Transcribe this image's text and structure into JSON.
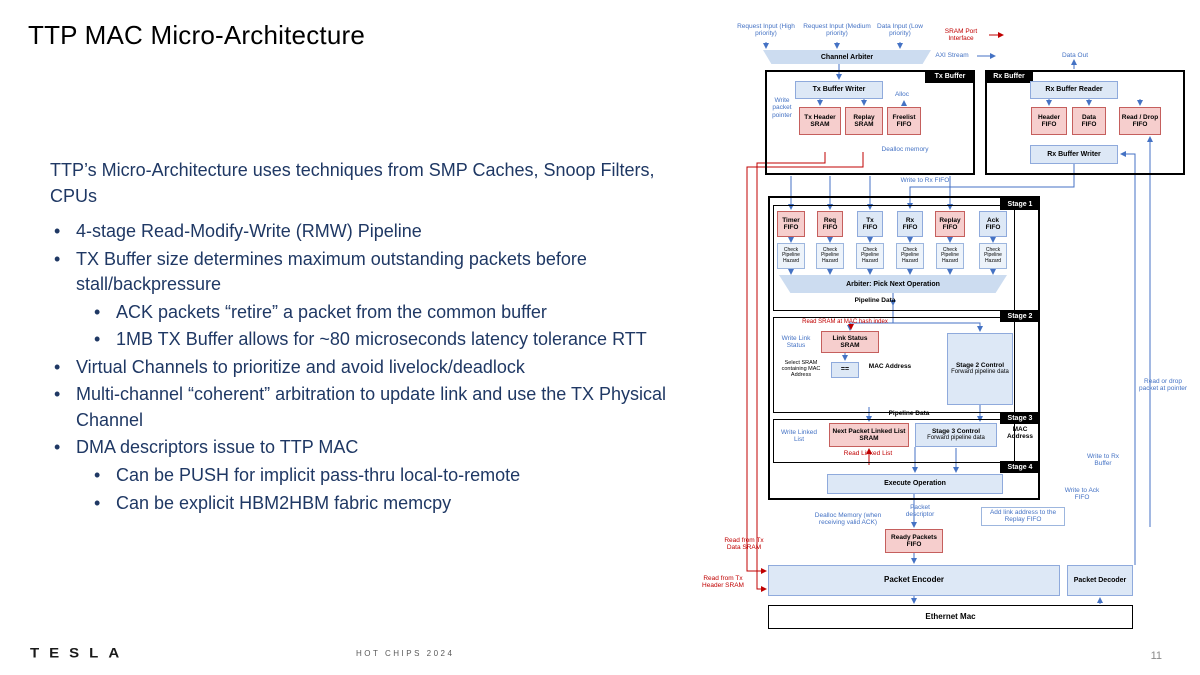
{
  "slide": {
    "title": "TTP MAC Micro-Architecture",
    "intro": "TTP’s Micro-Architecture uses techniques from SMP Caches, Snoop Filters, CPUs",
    "bullet_char": "•",
    "bullets": [
      {
        "level": 1,
        "text": "4-stage Read-Modify-Write (RMW) Pipeline"
      },
      {
        "level": 1,
        "text": "TX Buffer size determines maximum outstanding packets before stall/backpressure"
      },
      {
        "level": 2,
        "text": "ACK packets “retire” a packet from the common buffer"
      },
      {
        "level": 2,
        "text": "1MB TX Buffer allows for ~80 microseconds latency tolerance RTT"
      },
      {
        "level": 1,
        "text": "Virtual Channels to prioritize and avoid livelock/deadlock"
      },
      {
        "level": 1,
        "text": "Multi-channel “coherent” arbitration to update link and use the TX Physical Channel"
      },
      {
        "level": 1,
        "text": "DMA descriptors issue to TTP MAC"
      },
      {
        "level": 2,
        "text": "Can be PUSH for implicit pass-thru local-to-remote"
      },
      {
        "level": 2,
        "text": "Can be explicit HBM2HBM fabric memcpy"
      }
    ]
  },
  "footer": {
    "brand": "TESLA",
    "event": "HOT CHIPS 2024",
    "page": "11"
  },
  "colors": {
    "accent_blue": "#4472C4",
    "accent_red": "#C00000",
    "box_blue": "#DDE8F6",
    "box_pink": "#F6CECD",
    "navy": "#1F3864"
  },
  "diagram": {
    "inputs": {
      "high": "Request Input (High priority)",
      "medium": "Request Input (Medium priority)",
      "low": "Data Input (Low priority)"
    },
    "legend": {
      "sram_port": "SRAM Port Interface",
      "axi": "AXI Stream"
    },
    "data_out": "Data Out",
    "channel_arbiter": "Channel Arbiter",
    "tx_buffer": {
      "tag": "Tx Buffer",
      "writer": "Tx Buffer Writer",
      "alloc": "Alloc",
      "header_sram": "Tx Header SRAM",
      "replay_sram": "Replay SRAM",
      "freelist_fifo": "Freelist FIFO",
      "write_packet_pointer": "Write packet pointer",
      "dealloc_memory": "Dealloc memory"
    },
    "rx_buffer": {
      "tag": "Rx Buffer",
      "reader": "Rx Buffer Reader",
      "header_fifo": "Header FIFO",
      "data_fifo": "Data FIFO",
      "read_drop_fifo": "Read / Drop FIFO",
      "writer": "Rx Buffer Writer"
    },
    "write_to_rx_fifo": "Write to Rx FIFO",
    "stages": {
      "s1": "Stage 1",
      "s2": "Stage 2",
      "s3": "Stage 3",
      "s4": "Stage 4"
    },
    "fifos": {
      "timer": "Timer FIFO",
      "req": "Req FIFO",
      "tx": "Tx FIFO",
      "rx": "Rx FIFO",
      "replay": "Replay FIFO",
      "ack": "Ack FIFO"
    },
    "check_hazard": "Check Pipeline Hazard",
    "arbiter": "Arbiter: Pick Next Operation",
    "pipeline_data": "Pipeline Data",
    "mac_address": "MAC Address",
    "stage2": {
      "read_sram": "Read SRAM at MAC hash index",
      "link_status_sram": "Link Status SRAM",
      "write_link_status": "Write Link Status",
      "select_sram": "Select SRAM containing MAC Address",
      "comparator": "==",
      "control_title": "Stage 2 Control",
      "control_sub": "Forward pipeline data"
    },
    "stage3": {
      "next_packet_sram": "Next Packet Linked List SRAM",
      "write_linked_list": "Write Linked List",
      "read_linked_list": "Read Linked List",
      "control_title": "Stage 3 Control",
      "control_sub": "Forward pipeline data"
    },
    "stage4": {
      "execute": "Execute Operation"
    },
    "bottom": {
      "packet_descriptor": "Packet descriptor",
      "dealloc_ack": "Dealloc Memory (when receiving valid ACK)",
      "ready_packets_fifo": "Ready Packets FIFO",
      "add_link_address": "Add link address to the Replay FIFO",
      "read_tx_data": "Read from Tx Data SRAM",
      "read_tx_header": "Read from Tx Header SRAM",
      "packet_encoder": "Packet Encoder",
      "packet_decoder": "Packet Decoder",
      "ethernet_mac": "Ethernet Mac"
    },
    "right": {
      "read_or_drop": "Read or drop packet at pointer",
      "write_rx_buffer": "Write to Rx Buffer",
      "write_ack_fifo": "Write to Ack FIFO"
    }
  }
}
